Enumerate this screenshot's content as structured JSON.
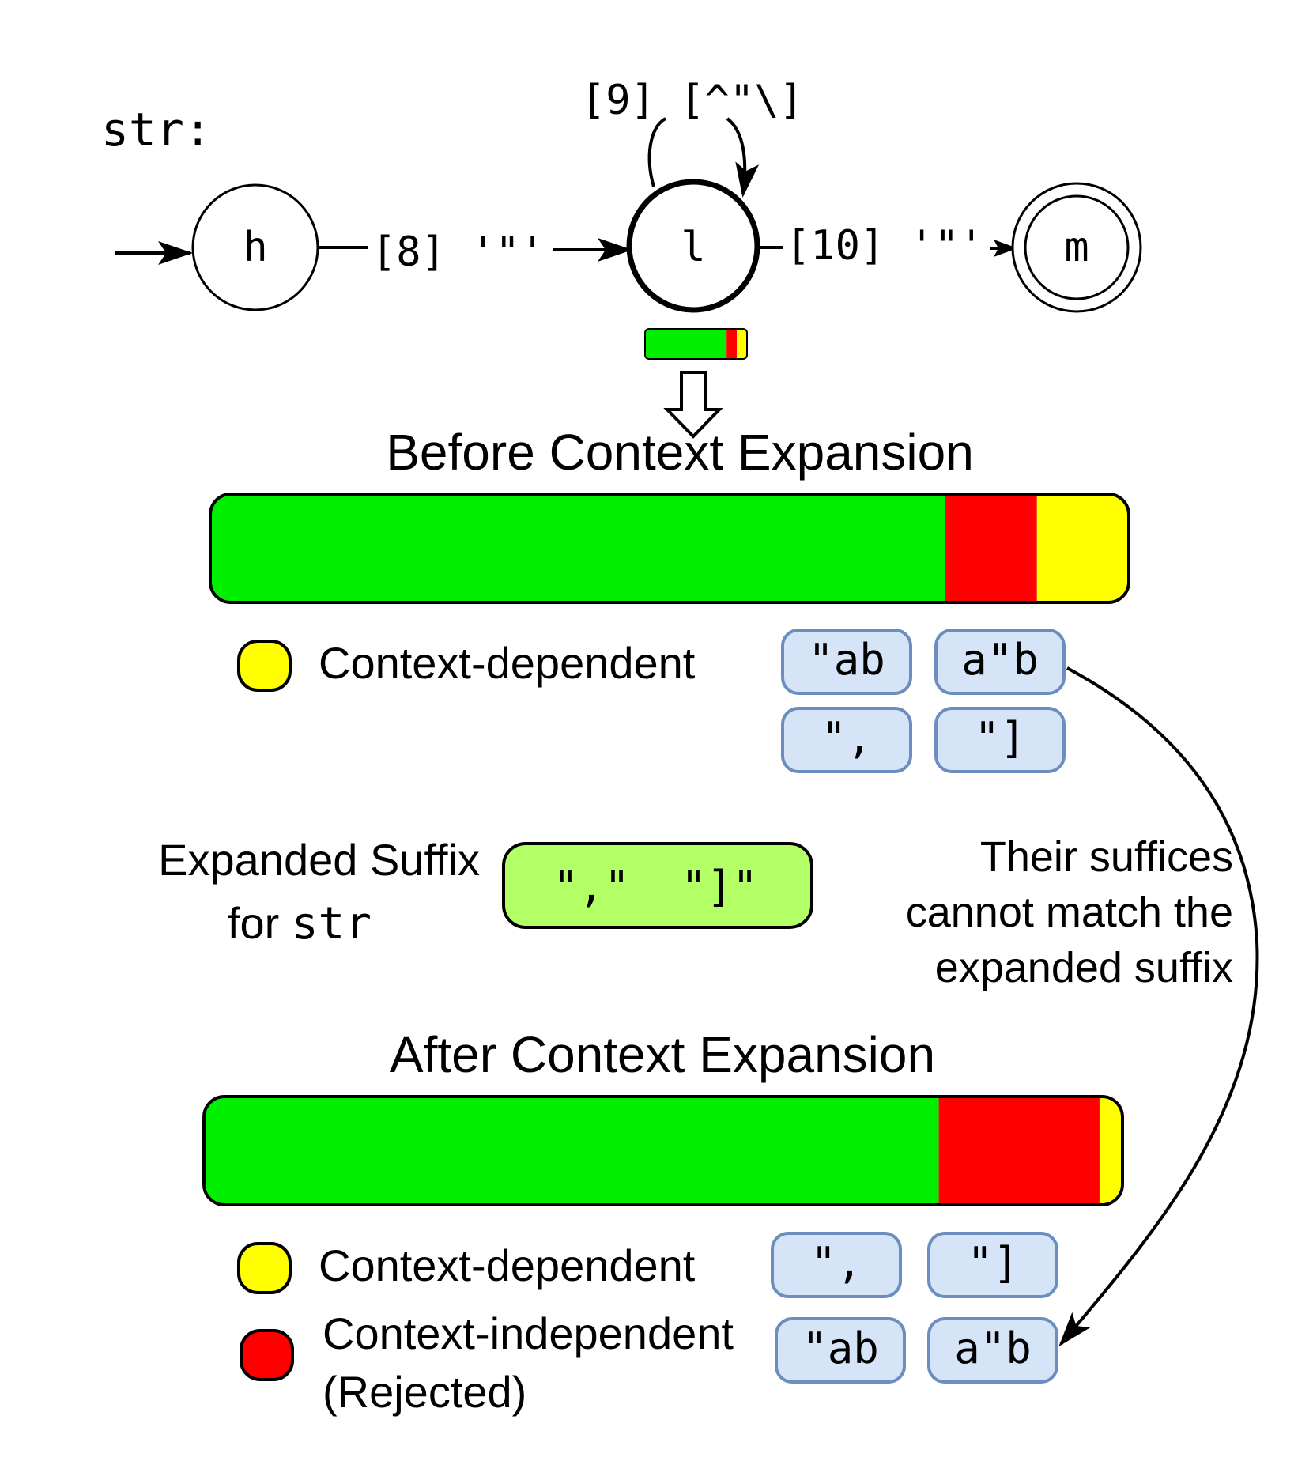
{
  "fsm": {
    "name_label": "str:",
    "states": [
      {
        "id": "h",
        "label": "h",
        "role": "start"
      },
      {
        "id": "l",
        "label": "l",
        "role": "current"
      },
      {
        "id": "m",
        "label": "m",
        "role": "accepting"
      }
    ],
    "transitions": [
      {
        "label": "[8] '\"'",
        "from": "h",
        "to": "l"
      },
      {
        "label": "[9] [^\"\\]",
        "from": "l",
        "to": "l"
      },
      {
        "label": "[10] '\"'",
        "from": "l",
        "to": "m"
      }
    ]
  },
  "colors": {
    "accepted": "#00ee00",
    "rejected": "#ff0000",
    "context_dependent": "#ffff00",
    "token_fill": "#d6e4f7",
    "token_stroke": "#6c8ebf",
    "suffix_fill": "#b3ff66"
  },
  "before": {
    "title": "Before Context Expansion",
    "mask_fractions": {
      "accepted": 0.8,
      "rejected": 0.1,
      "context_dependent": 0.1
    },
    "legend_label": "Context-dependent",
    "tokens": [
      "\"ab",
      "a\"b",
      "\",",
      "\"]"
    ]
  },
  "suffix": {
    "label_line1": "Expanded Suffix",
    "label_line2_prefix": "for ",
    "label_line2_code": "str",
    "values": [
      "\",\"",
      "\"]\""
    ]
  },
  "note": {
    "line1": "Their suffices",
    "line2": "cannot match the",
    "line3": "expanded suffix"
  },
  "after": {
    "title": "After Context Expansion",
    "mask_fractions": {
      "accepted": 0.8,
      "rejected": 0.175,
      "context_dependent": 0.025
    },
    "legend_dependent_label": "Context-dependent",
    "legend_independent_line1": "Context-independent",
    "legend_independent_line2": "(Rejected)",
    "dependent_tokens": [
      "\",",
      "\"]"
    ],
    "rejected_tokens": [
      "\"ab",
      "a\"b"
    ]
  }
}
